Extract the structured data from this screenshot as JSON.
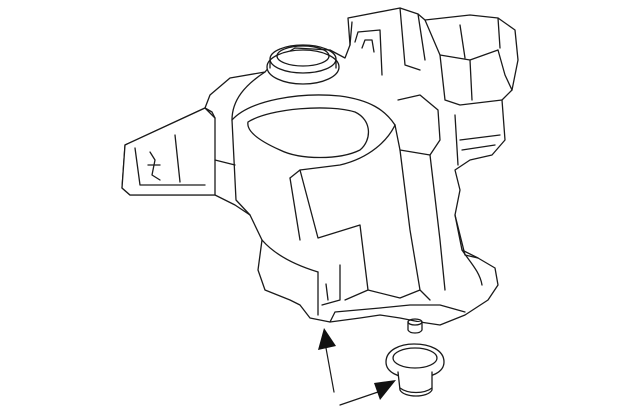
{
  "diagram": {
    "parts": [
      {
        "name": "washer-reservoir",
        "label": ""
      },
      {
        "name": "grommet",
        "label": ""
      }
    ],
    "callouts": [
      {
        "points_to": "washer-reservoir"
      },
      {
        "points_to": "grommet"
      }
    ],
    "line_color": "#1a1a1a",
    "background": "#ffffff"
  }
}
